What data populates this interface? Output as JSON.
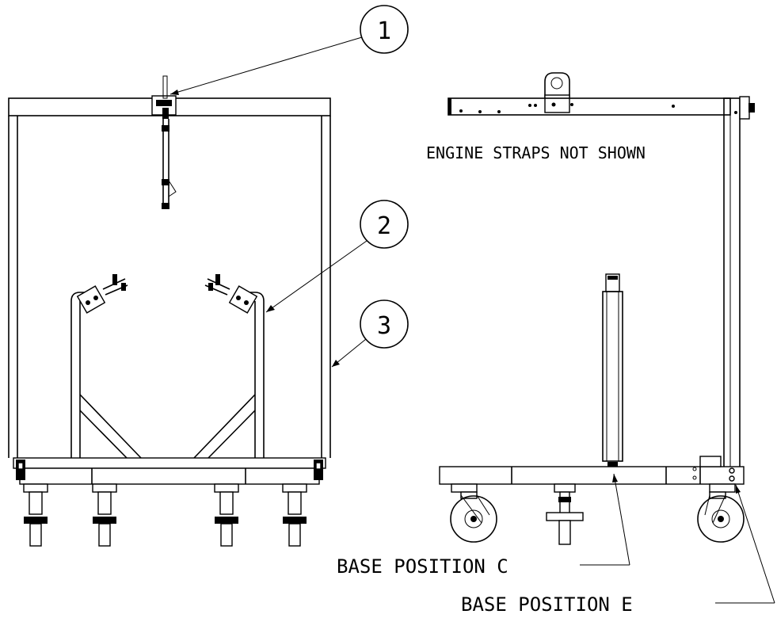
{
  "callouts": [
    {
      "number": "1"
    },
    {
      "number": "2"
    },
    {
      "number": "3"
    }
  ],
  "notes": {
    "engine_straps": "ENGINE STRAPS NOT SHOWN",
    "base_position_c": "BASE POSITION C",
    "base_position_e": "BASE POSITION E"
  }
}
